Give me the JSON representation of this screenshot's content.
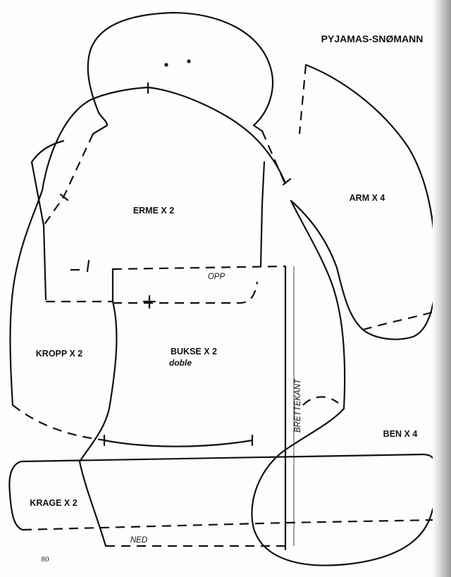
{
  "title": "PYJAMAS-SNØMANN",
  "page_number": "80",
  "pieces": {
    "erme": "ERME X 2",
    "arm": "ARM X 4",
    "kropp": "KROPP X 2",
    "bukse": "BUKSE X 2",
    "bukse_note": "doble",
    "krage": "KRAGE X 2",
    "ben": "BEN X 4"
  },
  "marks": {
    "opp": "OPP",
    "ned": "NED",
    "brettekant": "BRETTEKANT"
  }
}
